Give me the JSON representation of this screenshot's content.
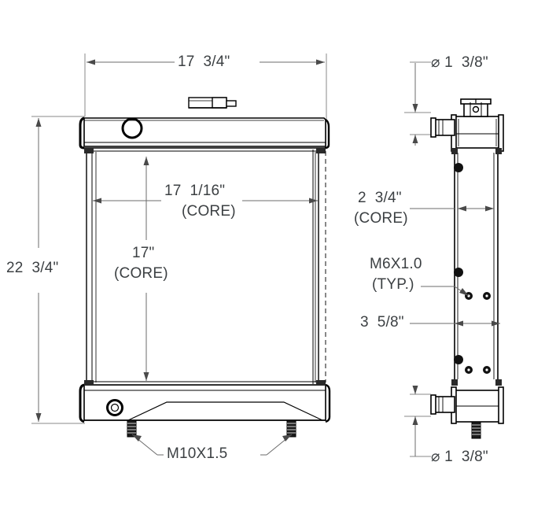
{
  "drawing": {
    "title": "radiator-assembly-dimensioned-drawing",
    "line_color": "#000000",
    "dimension_text_color": "#3c4043",
    "dimension_line_color": "#6b6b6b",
    "background": "#ffffff"
  },
  "front_view": {
    "name": "front-view",
    "overall_width": "17  3/4\"",
    "overall_height": "22  3/4\"",
    "core_width": "17  1/16\"",
    "core_width_note": "(CORE)",
    "core_height": "17\"",
    "core_height_note": "(CORE)",
    "stud_thread": "M10X1.5"
  },
  "side_view": {
    "name": "side-view",
    "inlet_diameter": "⌀ 1  3/8\"",
    "outlet_diameter": "⌀ 1  3/8\"",
    "core_depth": "2  3/4\"",
    "core_depth_note": "(CORE)",
    "overall_depth": "3  5/8\"",
    "mount_thread": "M6X1.0",
    "mount_thread_note": "(TYP.)"
  }
}
